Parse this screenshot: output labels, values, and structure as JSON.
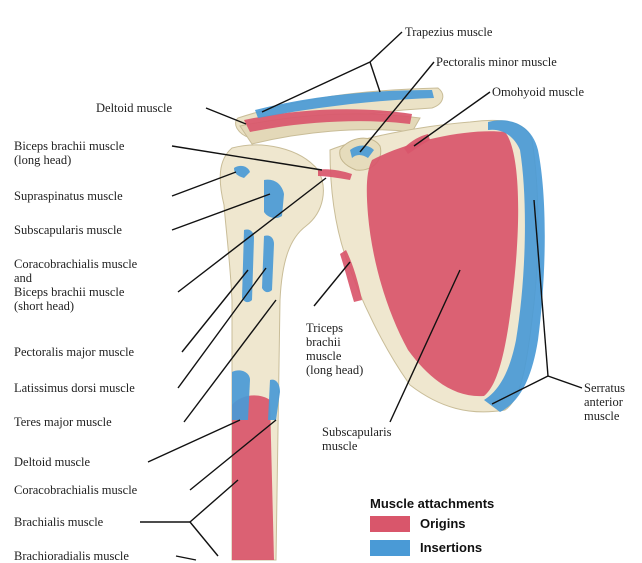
{
  "labels": {
    "trapezius": "Trapezius muscle",
    "pectoralis_minor": "Pectoralis minor muscle",
    "omohyoid": "Omohyoid muscle",
    "deltoid_top": "Deltoid muscle",
    "biceps_long_1": "Biceps brachii muscle",
    "biceps_long_2": "(long head)",
    "supraspinatus": "Supraspinatus muscle",
    "subscapularis_left": "Subscapularis muscle",
    "coracobrachialis_1": "Coracobrachialis muscle",
    "coracobrachialis_2": "and",
    "coracobrachialis_3": "Biceps brachii muscle",
    "coracobrachialis_4": "(short head)",
    "pectoralis_major": "Pectoralis major muscle",
    "latissimus": "Latissimus dorsi muscle",
    "teres_major": "Teres major muscle",
    "deltoid_low": "Deltoid muscle",
    "coracobrachialis_low": "Coracobrachialis muscle",
    "brachialis": "Brachialis muscle",
    "brachioradialis": "Brachioradialis muscle",
    "triceps_1": "Triceps",
    "triceps_2": "brachii",
    "triceps_3": "muscle",
    "triceps_4": "(long head)",
    "subscapularis_right_1": "Subscapularis",
    "subscapularis_right_2": "muscle",
    "serratus_1": "Serratus",
    "serratus_2": "anterior",
    "serratus_3": "muscle"
  },
  "legend": {
    "title": "Muscle attachments",
    "origins": "Origins",
    "insertions": "Insertions"
  },
  "colors": {
    "origins": "#d9566b",
    "insertions": "#4a9ad6",
    "bone": "#ece4cc"
  }
}
